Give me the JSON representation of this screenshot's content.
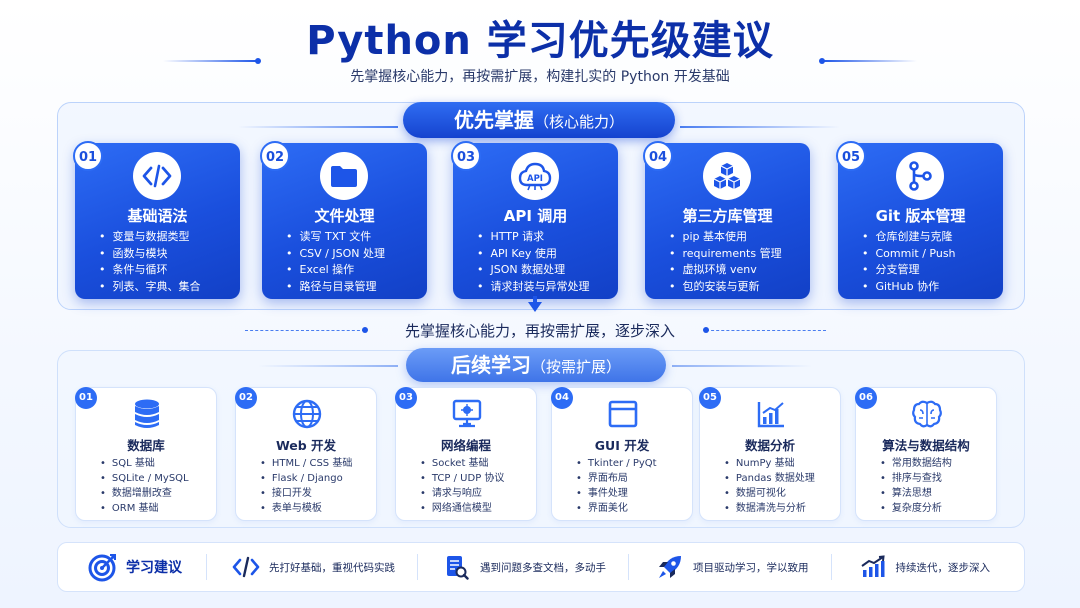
{
  "title": "Python 学习优先级建议",
  "subtitle": "先掌握核心能力，再按需扩展，构建扎实的 Python 开发基础",
  "core": {
    "pill_main": "优先掌握",
    "pill_paren": "（核心能力）",
    "cards": [
      {
        "num": "01",
        "icon": "code-icon",
        "title": "基础语法",
        "items": [
          "变量与数据类型",
          "函数与模块",
          "条件与循环",
          "列表、字典、集合"
        ]
      },
      {
        "num": "02",
        "icon": "folder-icon",
        "title": "文件处理",
        "items": [
          "读写 TXT 文件",
          "CSV / JSON 处理",
          "Excel 操作",
          "路径与目录管理"
        ]
      },
      {
        "num": "03",
        "icon": "api-cloud-icon",
        "icon_text": "API",
        "title": "API 调用",
        "items": [
          "HTTP 请求",
          "API Key 使用",
          "JSON 数据处理",
          "请求封装与异常处理"
        ]
      },
      {
        "num": "04",
        "icon": "cubes-icon",
        "title": "第三方库管理",
        "items": [
          "pip 基本使用",
          "requirements 管理",
          "虚拟环境 venv",
          "包的安装与更新"
        ]
      },
      {
        "num": "05",
        "icon": "git-branch-icon",
        "title": "Git 版本管理",
        "items": [
          "仓库创建与克隆",
          "Commit / Push",
          "分支管理",
          "GitHub 协作"
        ]
      }
    ]
  },
  "middle_text": "先掌握核心能力，再按需扩展，逐步深入",
  "later": {
    "pill_main": "后续学习",
    "pill_paren": "（按需扩展）",
    "cards": [
      {
        "num": "01",
        "icon": "database-icon",
        "title": "数据库",
        "items": [
          "SQL 基础",
          "SQLite / MySQL",
          "数据增删改查",
          "ORM 基础"
        ]
      },
      {
        "num": "02",
        "icon": "globe-icon",
        "title": "Web 开发",
        "items": [
          "HTML / CSS 基础",
          "Flask / Django",
          "接口开发",
          "表单与模板"
        ]
      },
      {
        "num": "03",
        "icon": "network-monitor-icon",
        "title": "网络编程",
        "items": [
          "Socket 基础",
          "TCP / UDP 协议",
          "请求与响应",
          "网络通信模型"
        ]
      },
      {
        "num": "04",
        "icon": "window-icon",
        "title": "GUI 开发",
        "items": [
          "Tkinter / PyQt",
          "界面布局",
          "事件处理",
          "界面美化"
        ]
      },
      {
        "num": "05",
        "icon": "bar-chart-icon",
        "title": "数据分析",
        "items": [
          "NumPy 基础",
          "Pandas 数据处理",
          "数据可视化",
          "数据清洗与分析"
        ]
      },
      {
        "num": "06",
        "icon": "brain-icon",
        "title": "算法与数据结构",
        "items": [
          "常用数据结构",
          "排序与查找",
          "算法思想",
          "复杂度分析"
        ]
      }
    ]
  },
  "tips": {
    "head": "学习建议",
    "items": [
      {
        "icon": "code-icon",
        "text": "先打好基础，重视代码实践"
      },
      {
        "icon": "doc-search-icon",
        "text": "遇到问题多查文档，多动手"
      },
      {
        "icon": "rocket-icon",
        "text": "项目驱动学习，学以致用"
      },
      {
        "icon": "trend-chart-icon",
        "text": "持续迭代，逐步深入"
      }
    ]
  },
  "colors": {
    "primary": "#1d55e8",
    "title": "#0c2fa8",
    "card_dark": "#1240c6"
  }
}
